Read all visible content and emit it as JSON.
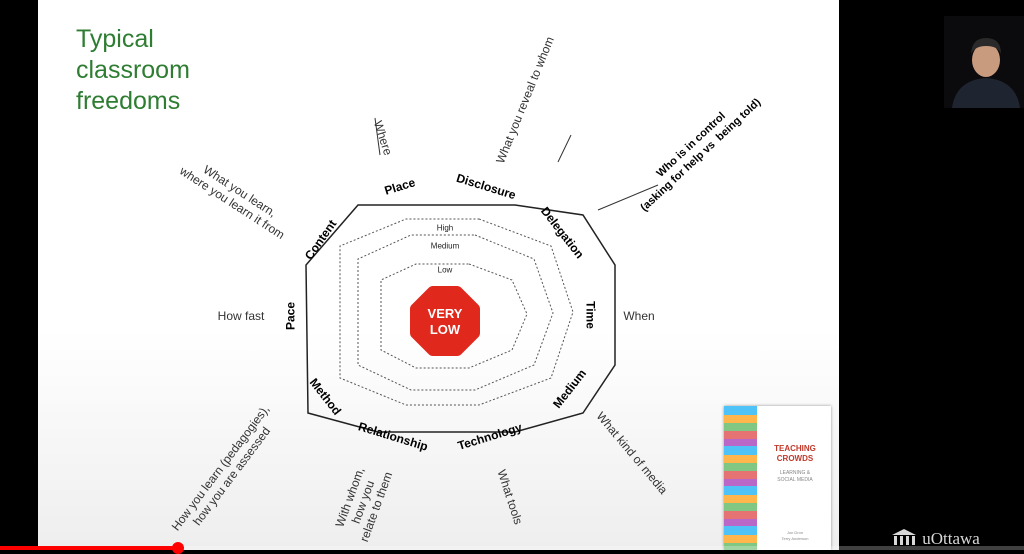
{
  "slide": {
    "title": "Typical\nclassroom\nfreedoms",
    "center_label": "VERY\nLOW",
    "levels": {
      "high": "High",
      "medium": "Medium",
      "low": "Low"
    },
    "dimensions": {
      "place": "Place",
      "disclosure": "Disclosure",
      "delegation": "Delegation",
      "time": "Time",
      "medium": "Medium",
      "technology": "Technology",
      "relationship": "Relationship",
      "method": "Method",
      "pace": "Pace",
      "content": "Content"
    },
    "freedoms": {
      "where": "Where",
      "what_you_reveal": "What you reveal to whom",
      "who_in_control": "Who is in control\n(asking for help vs  being told)",
      "when": "When",
      "what_kind_of_media": "What kind of media",
      "what_tools": "What tools",
      "with_whom": "With whom,\nhow you\nrelate to them",
      "how_you_learn": "How you learn (pedagogies),\nhow you are assessed",
      "how_fast": "How fast",
      "what_you_learn": "What you learn,\nwhere you learn it from"
    },
    "colors": {
      "title": "#2e7d32",
      "center": "#e0281c"
    }
  },
  "book": {
    "title": "TEACHING\nCROWDS",
    "subtitle": "LEARNING &\nSOCIAL MEDIA",
    "authors": "Jon Dron\nTerry Anderson"
  },
  "branding": {
    "logo_text": "uOttawa"
  },
  "player": {
    "progress": 0.174
  }
}
